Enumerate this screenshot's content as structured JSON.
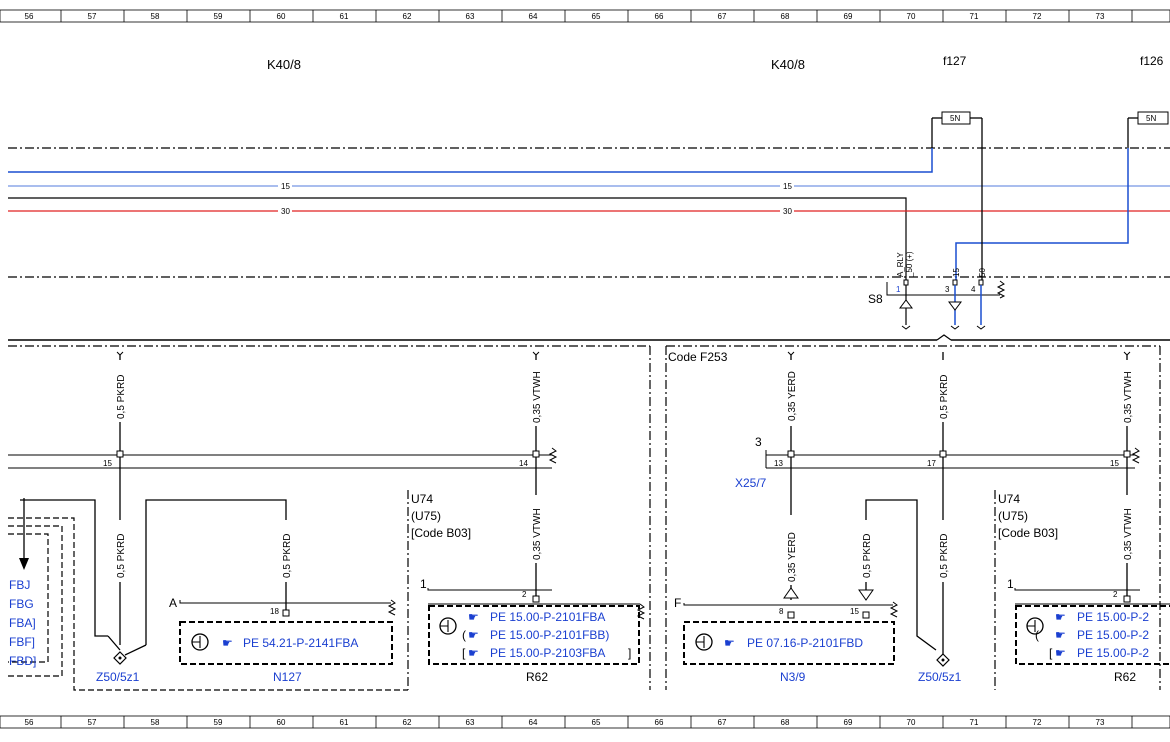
{
  "ruler_top": [
    "56",
    "57",
    "58",
    "59",
    "60",
    "61",
    "62",
    "63",
    "64",
    "65",
    "66",
    "67",
    "68",
    "69",
    "70",
    "71",
    "72",
    "73"
  ],
  "ruler_bottom": [
    "56",
    "57",
    "58",
    "59",
    "60",
    "61",
    "62",
    "63",
    "64",
    "65",
    "66",
    "67",
    "68",
    "69",
    "70",
    "71",
    "72",
    "73"
  ],
  "header": {
    "k40_left": "K40/8",
    "k40_right": "K40/8",
    "f127": "f127",
    "f126": "f126",
    "fuse_rating_1": "5N",
    "fuse_rating_2": "5N"
  },
  "buses": {
    "bus15_a": "15",
    "bus15_b": "15",
    "bus30_a": "30",
    "bus30_b": "30"
  },
  "relay": {
    "name": "S8",
    "pin_a_rly": "A_RLY",
    "pin_50": "_50 (+)",
    "pin_15": "15",
    "pin_50b": "50",
    "pin_1": "1",
    "pin_3": "3",
    "pin_4": "4"
  },
  "wires": {
    "w1": "0,5 PKRD",
    "w2": "0,35 VTWH",
    "w3": "0,35 YERD",
    "w4": "0,5 PKRD",
    "w5": "0,35 VTWH",
    "w6": "0,5 PKRD",
    "w7": "0,5 PKRD",
    "w8": "0,35 VTWH",
    "w9": "0,35 YERD",
    "w10": "0,5 PKRD",
    "w11": "0,5 PKRD",
    "w12": "0,35 VTWH"
  },
  "connector": {
    "pin15": "15",
    "pin14": "14",
    "pin13": "13",
    "pin17": "17",
    "pin15b": "15",
    "conn_num": "3",
    "x25": "X25/7"
  },
  "code_f253": "Code F253",
  "u74_left": [
    "U74",
    "(U75)",
    "[Code B03]"
  ],
  "u74_right": [
    "U74",
    "(U75)",
    "[Code B03]"
  ],
  "side_labels": [
    "FBJ",
    "FBG",
    "FBA]",
    "FBF]",
    "FBD]"
  ],
  "components": {
    "z50_left": "Z50/5z1",
    "n127": "N127",
    "r62_left": "R62",
    "n3_9": "N3/9",
    "z50_right": "Z50/5z1",
    "r62_right": "R62"
  },
  "component_letters": {
    "a": "A",
    "one": "1",
    "f": "F",
    "one_b": "1"
  },
  "pins": {
    "p18": "18",
    "p2": "2",
    "p8": "8",
    "p15": "15",
    "p2b": "2"
  },
  "refs": {
    "n127": "PE 54.21-P-2141FBA",
    "r62_1": "PE 15.00-P-2101FBA",
    "r62_2": "PE 15.00-P-2101FBB)",
    "r62_3": "PE 15.00-P-2103FBA",
    "n3_9": "PE 07.16-P-2101FBD",
    "r62b_1": "PE 15.00-P-2",
    "r62b_2": "PE 15.00-P-2",
    "r62b_3": "PE 15.00-P-2"
  },
  "colors": {
    "blue_wire": "#1a4fd0",
    "red_wire": "#e02020",
    "link_blue": "#1a3fd0"
  }
}
